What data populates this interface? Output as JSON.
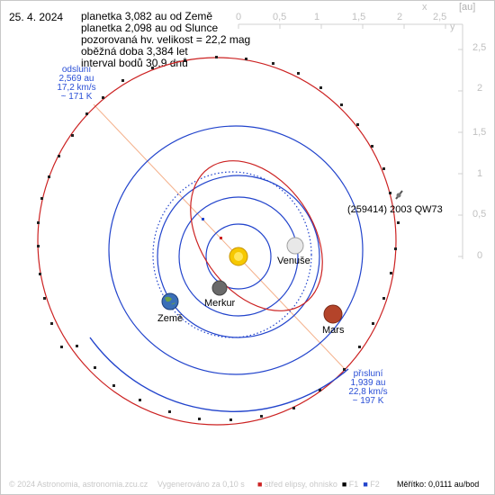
{
  "header": {
    "date": "25. 4. 2024",
    "info": [
      "planetka 3,082 au od Země",
      "planetka 2,098 au od Slunce",
      "pozorovaná hv. velikost = 22,2 mag",
      "oběžná doba 3,384 let",
      "interval bodů 30,9 dnů"
    ]
  },
  "axes": {
    "unit": "[au]",
    "x_label": "x",
    "y_label": "y",
    "x_ticks": [
      "0",
      "0,5",
      "1",
      "1,5",
      "2",
      "2,5"
    ],
    "y_ticks": [
      "2,5",
      "2",
      "1,5",
      "1",
      "0,5",
      "0"
    ]
  },
  "annotations": {
    "aphelion": [
      "odslunı",
      "2,569 au",
      "17,2 km/s",
      "~ 171 K"
    ],
    "perihelion": [
      "přısluní",
      "1,939 au",
      "22,8 km/s",
      "~ 197 K"
    ],
    "object_name": "(259414) 2003 QW73"
  },
  "planets": {
    "venus": "Venuše",
    "earth": "Země",
    "mercury": "Merkur",
    "mars": "Mars"
  },
  "footer": {
    "copyright": "© 2024 Astronomia, astronomia.zcu.cz",
    "generated": "Vygenerováno za 0,10 s",
    "legend_center": "střed elipsy, ohnisko",
    "legend_f1": "F1",
    "legend_f2": "F2",
    "scale": "Měřítko: 0,0111 au/bod"
  },
  "colors": {
    "asteroid_orbit": "#cc2222",
    "planet_orbit": "#2244cc",
    "apsis_line": "#f4b08a",
    "sun": "#f6c800"
  }
}
